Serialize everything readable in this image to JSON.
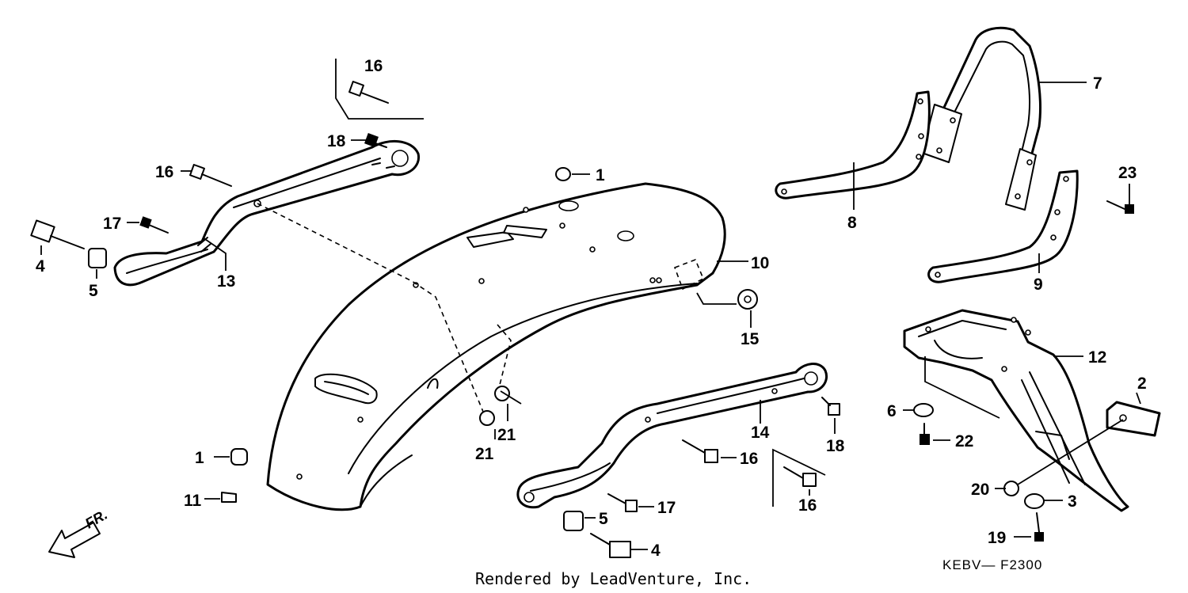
{
  "diagram": {
    "code": "KEBV— F2300",
    "credit": "Rendered by LeadVenture, Inc.",
    "direction_label": "FR.",
    "callouts": {
      "c16a": "16",
      "c18a": "18",
      "c16b": "16",
      "c17a": "17",
      "c4a": "4",
      "c5a": "5",
      "c13": "13",
      "c1a": "1",
      "c10": "10",
      "c15": "15",
      "c21a": "21",
      "c21b": "21",
      "c1b": "1",
      "c11": "11",
      "c7": "7",
      "c8": "8",
      "c9": "9",
      "c23": "23",
      "c12": "12",
      "c2": "2",
      "c6": "6",
      "c22": "22",
      "c20": "20",
      "c3": "3",
      "c19": "19",
      "c14": "14",
      "c18b": "18",
      "c16c": "16",
      "c16d": "16",
      "c17b": "17",
      "c5b": "5",
      "c4b": "4"
    }
  }
}
